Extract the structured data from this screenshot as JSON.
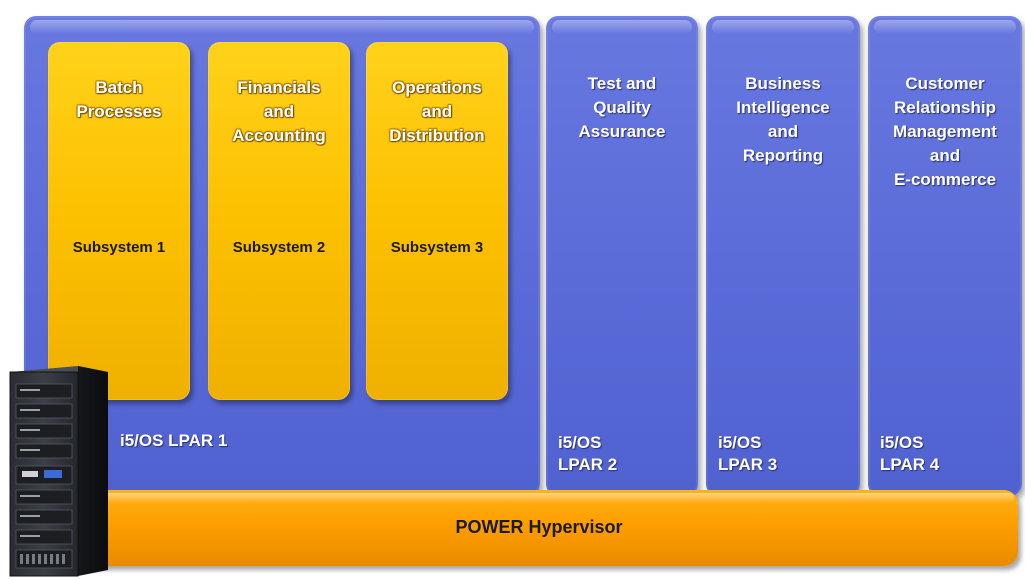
{
  "lpars": [
    {
      "id": "lpar1",
      "label": "i5/OS LPAR 1",
      "subsystems": [
        {
          "title": "Batch\nProcesses",
          "label": "Subsystem 1"
        },
        {
          "title": "Financials\nand\nAccounting",
          "label": "Subsystem 2"
        },
        {
          "title": "Operations\nand\nDistribution",
          "label": "Subsystem 3"
        }
      ]
    },
    {
      "id": "lpar2",
      "title": "Test and\nQuality\nAssurance",
      "label": "i5/OS\nLPAR 2"
    },
    {
      "id": "lpar3",
      "title": "Business\nIntelligence\nand\nReporting",
      "label": "i5/OS\nLPAR 3"
    },
    {
      "id": "lpar4",
      "title": "Customer\nRelationship\nManagement\nand\nE-commerce",
      "label": "i5/OS\nLPAR 4"
    }
  ],
  "hypervisor": {
    "label": "POWER Hypervisor"
  },
  "server": {
    "icon": "server-rack-icon"
  },
  "colors": {
    "lpar_blue": "#5a6bd8",
    "subsystem_yellow": "#fcc000",
    "hypervisor_orange": "#ffa000"
  }
}
